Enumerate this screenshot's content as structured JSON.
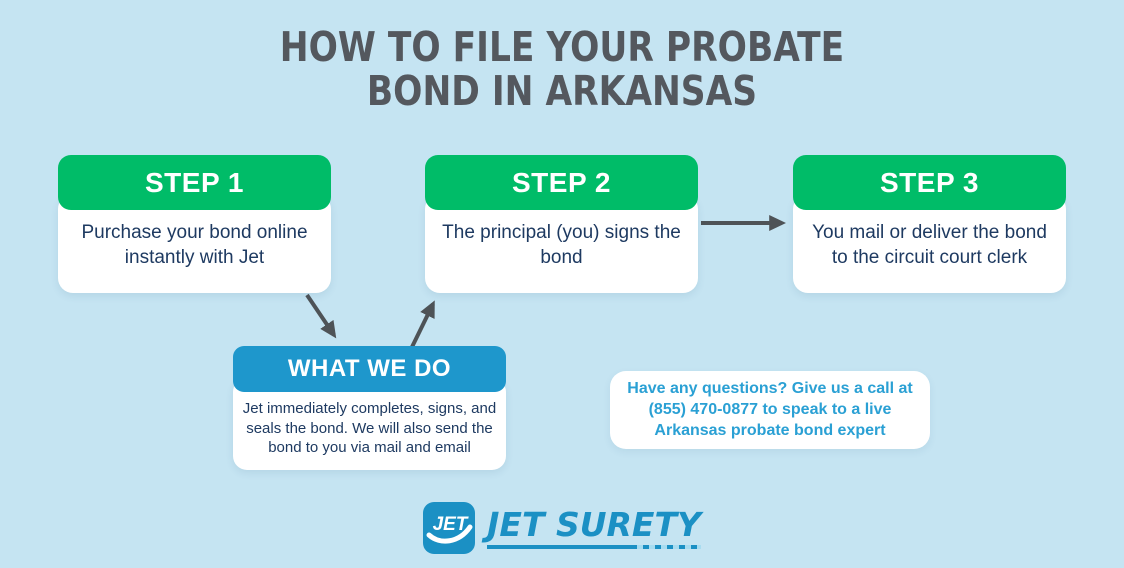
{
  "title_lines": [
    "HOW TO FILE YOUR PROBATE",
    "BOND IN ARKANSAS"
  ],
  "steps": [
    {
      "label": "STEP 1",
      "text": "Purchase your bond online instantly with Jet"
    },
    {
      "label": "STEP 2",
      "text": "The principal (you) signs the bond"
    },
    {
      "label": "STEP 3",
      "text": "You mail or deliver the bond to the circuit court clerk"
    }
  ],
  "what_we_do": {
    "label": "WHAT WE DO",
    "text": "Jet immediately completes, signs, and seals the bond. We will also send the bond to you via mail and email"
  },
  "help_note": "Have any questions? Give us a call at (855) 470-0877 to speak to a live Arkansas probate bond expert",
  "phone": "(855) 470-0877",
  "logo": {
    "icon_text": "JET",
    "brand": "JET SURETY"
  },
  "colors": {
    "background": "#c5e4f2",
    "step_header_green": "#00bc68",
    "what_we_do_blue": "#1e97cc",
    "body_text_navy": "#1e3a61",
    "title_gray": "#54585e",
    "arrow_gray": "#4e5357",
    "note_blue": "#2aa0d4",
    "brand_blue": "#1b90c4",
    "card_white": "#ffffff"
  }
}
